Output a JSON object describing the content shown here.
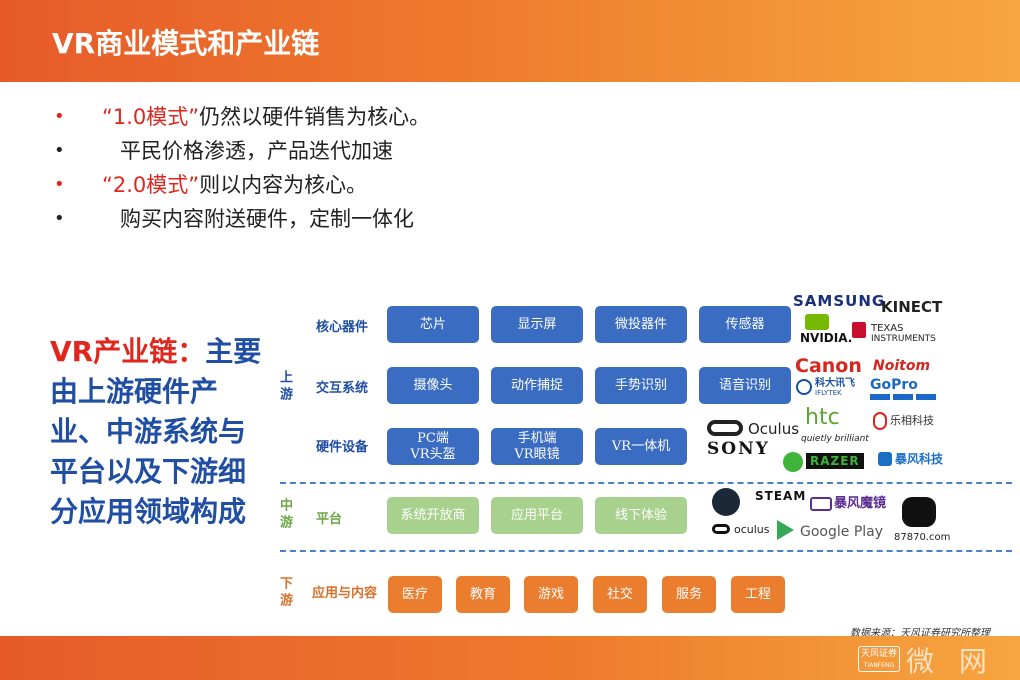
{
  "title": "VR商业模式和产业链",
  "bullets": [
    {
      "q": "“1.0模式”",
      "text": "仍然以硬件销售为核心。"
    },
    {
      "text": "平民价格渗透，产品迭代加速"
    },
    {
      "q": "“2.0模式”",
      "text": "则以内容为核心。"
    },
    {
      "text": "购买内容附送硬件，定制一体化"
    }
  ],
  "side_text": {
    "red": "VR产业链：",
    "rest": "主要由上游硬件产业、中游系统与平台以及下游细分应用领域构成"
  },
  "tiers": {
    "upstream": "上游",
    "midstream": "中游",
    "downstream": "下游"
  },
  "rows": {
    "core": {
      "label": "核心器件",
      "boxes": [
        "芯片",
        "显示屏",
        "微投器件",
        "传感器"
      ]
    },
    "interact": {
      "label": "交互系统",
      "boxes": [
        "摄像头",
        "动作捕捉",
        "手势识别",
        "语音识别"
      ]
    },
    "hardware": {
      "label": "硬件设备",
      "boxes": [
        {
          "l1": "PC端",
          "l2": "VR头盔"
        },
        {
          "l1": "手机端",
          "l2": "VR眼镜"
        },
        {
          "l1": "VR一体机"
        }
      ]
    },
    "platform": {
      "label": "平台",
      "boxes": [
        "系统开放商",
        "应用平台",
        "线下体验"
      ]
    },
    "apps": {
      "label": "应用与内容",
      "boxes": [
        "医疗",
        "教育",
        "游戏",
        "社交",
        "服务",
        "工程"
      ]
    }
  },
  "logos": {
    "samsung": "SAMSUNG",
    "kinect": "KINECT",
    "nvidia": "NVIDIA.",
    "ti1": "TEXAS",
    "ti2": "INSTRUMENTS",
    "canon": "Canon",
    "noitom": "Noitom",
    "iflytek": "科大讯飞",
    "iflytek_en": "IFLYTEK",
    "gopro": "GoPro",
    "oculus": "Oculus",
    "sony": "SONY",
    "htc": "htc",
    "htc_tag": "quietly brilliant",
    "leshi": "乐相科技",
    "razer": "RAZER",
    "baofeng": "暴风科技",
    "steam": "STEAM",
    "baofeng_mojing": "暴风魔镜",
    "oculus_small": "oculus",
    "googleplay": "Google Play",
    "site87870": "87870.com"
  },
  "source": "数据来源：天风证券研究所整理",
  "footer": {
    "logo_cn": "天风证券",
    "logo_en": "TIANFENG",
    "watermark": "微 网"
  }
}
